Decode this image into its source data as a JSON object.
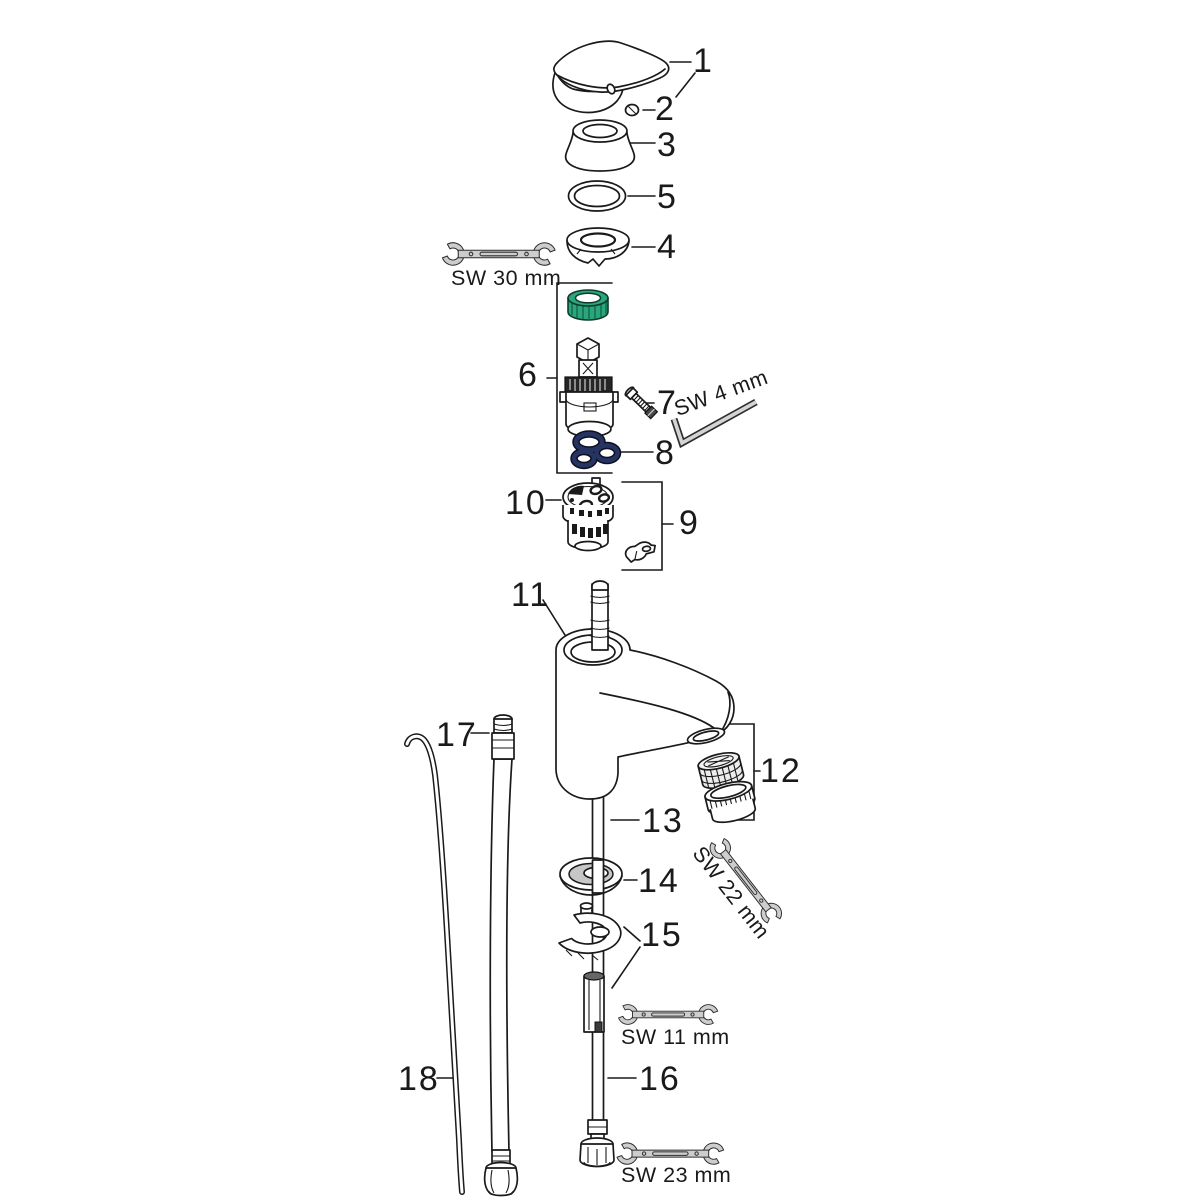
{
  "callouts": {
    "1": "1",
    "2": "2",
    "3": "3",
    "4": "4",
    "5": "5",
    "6": "6",
    "7": "7",
    "8": "8",
    "9": "9",
    "10": "10",
    "11": "11",
    "12": "12",
    "13": "13",
    "14": "14",
    "15": "15",
    "16": "16",
    "17": "17",
    "18": "18"
  },
  "tools": {
    "sw30": "SW 30 mm",
    "sw4": "SW 4 mm",
    "sw22": "SW 22 mm",
    "sw11": "SW 11 mm",
    "sw23": "SW 23 mm"
  },
  "colors": {
    "background": "#ffffff",
    "line": "#1a1a1a",
    "tool_fill": "#cdcdcd",
    "tool_stroke": "#2e2e2e",
    "accent_green": "#2aa57c",
    "accent_green_dark": "#14704f",
    "seal_navy": "#273461",
    "seal_outline": "#0c1022",
    "detail_dark": "#262626",
    "shade_gray": "#c7c7c7"
  }
}
